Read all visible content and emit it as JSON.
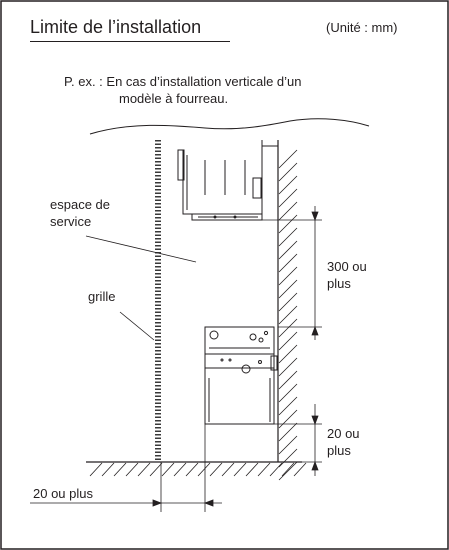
{
  "title": "Limite de l’installation",
  "unit": "(Unité : mm)",
  "example": {
    "line1": "P. ex. : En cas d’installation verticale d’un",
    "line2": "modèle à fourreau."
  },
  "labels": {
    "service_space_line1": "espace de",
    "service_space_line2": "service",
    "grille": "grille",
    "dim_top_line1": "300 ou",
    "dim_top_line2": "plus",
    "dim_bottom_line1": "20 ou",
    "dim_bottom_line2": "plus",
    "dim_horizontal": "20 ou plus"
  },
  "colors": {
    "line": "#231f20",
    "grille": "#3a3a3a"
  }
}
